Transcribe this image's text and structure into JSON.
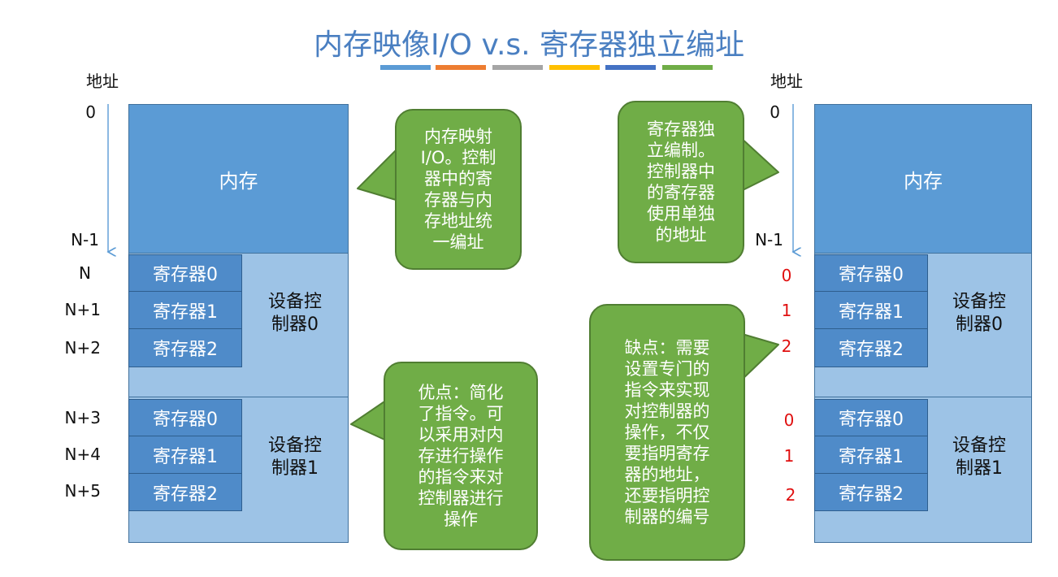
{
  "title": "内存映像I/O  v.s. 寄存器独立编址",
  "title_bar_colors": [
    "#5b9bd5",
    "#ed7d31",
    "#a5a5a5",
    "#ffc000",
    "#4472c4",
    "#70ad47"
  ],
  "left": {
    "address_header": "地址",
    "addresses": [
      "0",
      "N-1",
      "N",
      "N+1",
      "N+2",
      "N+3",
      "N+4",
      "N+5"
    ],
    "memory_label": "内存",
    "controllers": [
      {
        "name": "设备控\n制器0",
        "registers": [
          "寄存器0",
          "寄存器1",
          "寄存器2"
        ]
      },
      {
        "name": "设备控\n制器1",
        "registers": [
          "寄存器0",
          "寄存器1",
          "寄存器2"
        ]
      }
    ]
  },
  "right": {
    "address_header": "地址",
    "addresses": [
      "0",
      "N-1"
    ],
    "register_addresses": [
      "0",
      "1",
      "2",
      "0",
      "1",
      "2"
    ],
    "memory_label": "内存",
    "controllers": [
      {
        "name": "设备控\n制器0",
        "registers": [
          "寄存器0",
          "寄存器1",
          "寄存器2"
        ]
      },
      {
        "name": "设备控\n制器1",
        "registers": [
          "寄存器0",
          "寄存器1",
          "寄存器2"
        ]
      }
    ]
  },
  "callouts": {
    "mmio": "内存映射\nI/O。控制\n器中的寄\n存器与内\n存地址统\n一编址",
    "advantage": "优点：简化\n了指令。可\n以采用对内\n存进行操作\n的指令来对\n控制器进行\n操作",
    "independent": "寄存器独\n立编制。\n控制器中\n的寄存器\n使用单独\n的地址",
    "disadvantage": "缺点：需要\n设置专门的\n指令来实现\n对控制器的\n操作，不仅\n要指明寄存\n器的地址，\n还要指明控\n制器的编号"
  },
  "colors": {
    "memory": "#5b9bd5",
    "controller": "#9dc3e6",
    "register": "#4f8bc9",
    "callout": "#70ad47",
    "title": "#4a7fc1",
    "register_address": "#e01010"
  }
}
